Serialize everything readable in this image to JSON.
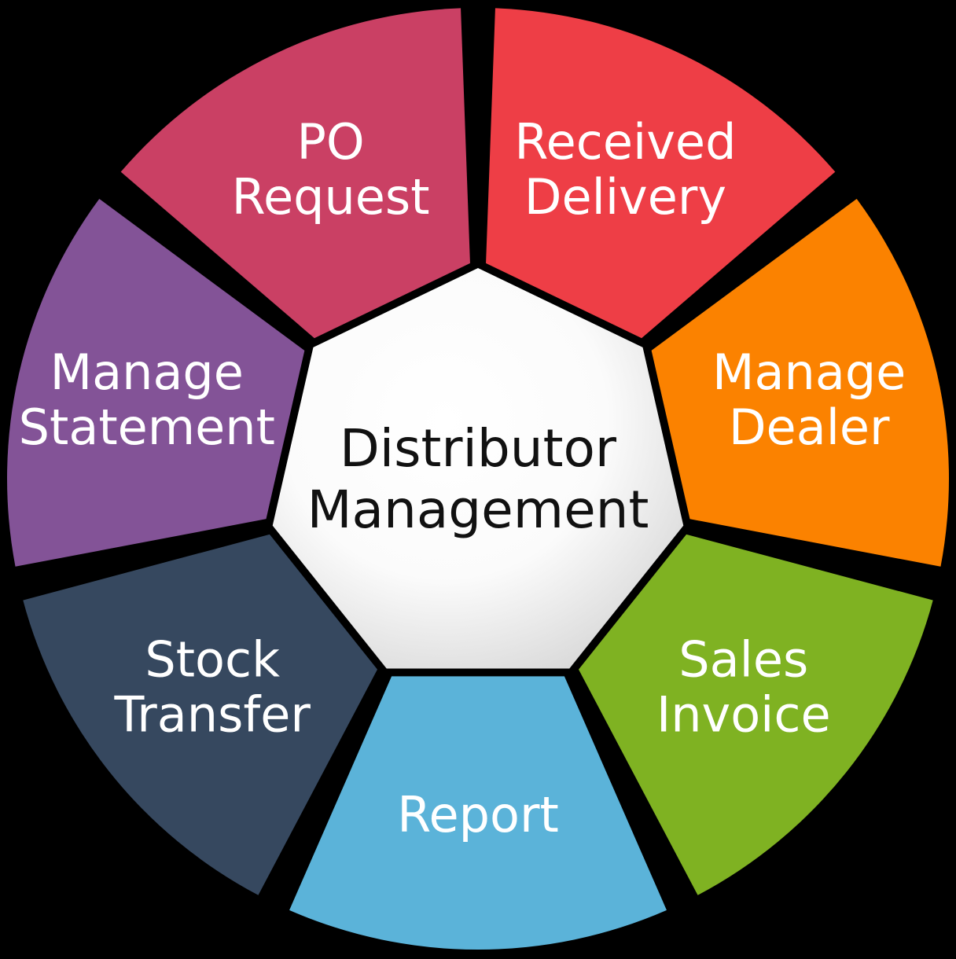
{
  "diagram": {
    "type": "segmented-wheel",
    "shape": "circle-with-heptagon-hub",
    "background_color": "#000000",
    "segment_count": 7,
    "center": {
      "title_line1": "Distributor",
      "title_line2": "Management",
      "text_color": "#111111",
      "fill_center_color": "#ffffff",
      "fill_edge_color": "#d8d8d8"
    },
    "segments": [
      {
        "id": "received-delivery",
        "label_line1": "Received",
        "label_line2": "Delivery",
        "color": "#ee3e46",
        "text_color": "#ffffff",
        "position": "top-right"
      },
      {
        "id": "manage-dealer",
        "label_line1": "Manage",
        "label_line2": "Dealer",
        "color": "#fb8200",
        "text_color": "#ffffff",
        "position": "right-upper"
      },
      {
        "id": "sales-invoice",
        "label_line1": "Sales",
        "label_line2": "Invoice",
        "color": "#7fb222",
        "text_color": "#ffffff",
        "position": "right-lower"
      },
      {
        "id": "report",
        "label_line1": "Report",
        "label_line2": "",
        "color": "#5bb3d9",
        "text_color": "#ffffff",
        "position": "bottom"
      },
      {
        "id": "stock-transfer",
        "label_line1": "Stock",
        "label_line2": "Transfer",
        "color": "#36485f",
        "text_color": "#ffffff",
        "position": "left-lower"
      },
      {
        "id": "manage-statement",
        "label_line1": "Manage",
        "label_line2": "Statement",
        "color": "#835397",
        "text_color": "#ffffff",
        "position": "left-upper"
      },
      {
        "id": "po-request",
        "label_line1": "PO",
        "label_line2": "Request",
        "color": "#ca4064",
        "text_color": "#ffffff",
        "position": "top-left"
      }
    ]
  }
}
